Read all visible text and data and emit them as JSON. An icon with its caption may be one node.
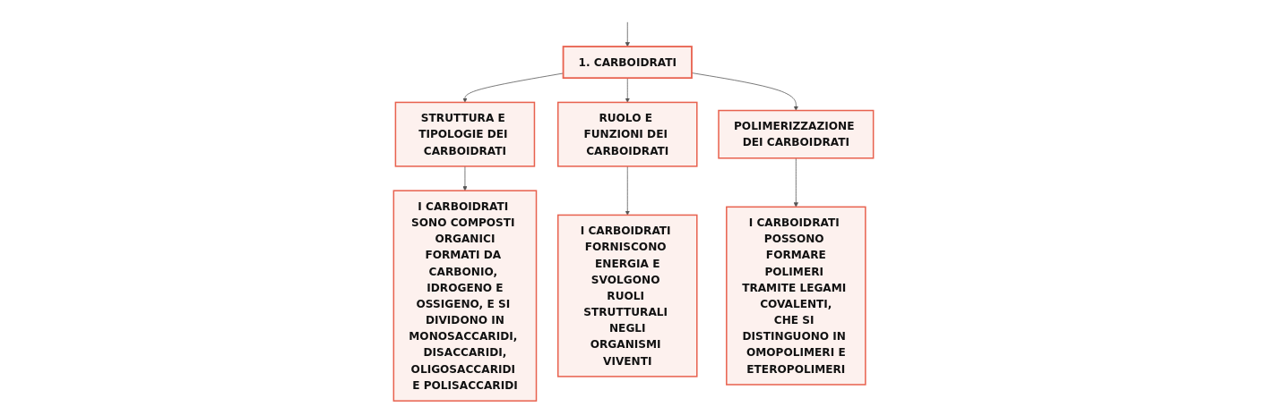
{
  "diagram": {
    "nodes": [
      {
        "text": [
          "1. CARBOIDRATI"
        ]
      },
      {
        "text": [
          "STRUTTURA E TIPOLOGIE DEI CARBOIDRATI"
        ]
      },
      {
        "text": [
          "RUOLO E FUNZIONI DEI CARBOIDRATI"
        ]
      },
      {
        "text": [
          "POLIMERIZZAZIONE DEI CARBOIDRATI"
        ]
      },
      {
        "text": [
          "I CARBOIDRATI SONO COMPOSTI ORGANICI FORMATI DA CARBONIO, IDROGENO E OSSIGENO, E SI DIVIDONO IN MONOSACCARIDI, DISACCARIDI, OLIGOSACCARIDI E POLISACCARIDI"
        ]
      },
      {
        "text": [
          "I CARBOIDRATI FORNISCONO ENERGIA E SVOLGONO RUOLI STRUTTURALI NEGLI ORGANISMI VIVENTI"
        ]
      },
      {
        "text": [
          "I CARBOIDRATI POSSONO FORMARE POLIMERI TRAMITE LEGAMI COVALENTI, CHE SI DISTINGUONO IN OMOPOLIMERI E ETEROPOLIMERI"
        ]
      }
    ],
    "edges": [
      {
        "from": null,
        "to": 0,
        "arrow": "to"
      },
      {
        "from": 0,
        "to": 1,
        "arrow": "to"
      },
      {
        "from": 0,
        "to": 2,
        "arrow": "to"
      },
      {
        "from": 0,
        "to": 3,
        "arrow": "to"
      },
      {
        "from": 1,
        "to": 4,
        "arrow": "to"
      },
      {
        "from": 2,
        "to": 5,
        "arrow": "to"
      },
      {
        "from": 3,
        "to": 6,
        "arrow": "to"
      }
    ]
  }
}
